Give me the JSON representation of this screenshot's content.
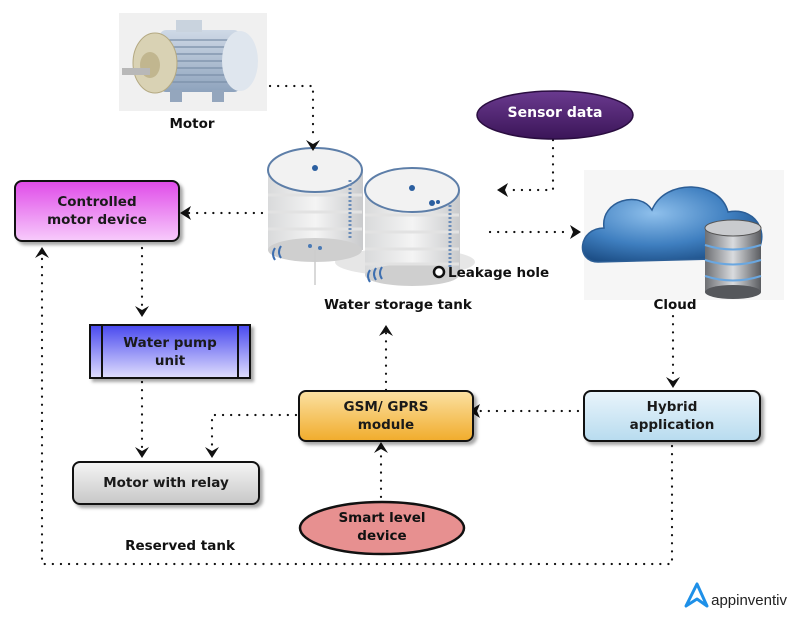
{
  "nodes": {
    "motor": {
      "label": "Motor",
      "icon": "electric-motor-image"
    },
    "sensor_data": {
      "label": "Sensor data",
      "color": "#4b1f6e"
    },
    "controlled_motor_device": {
      "line1": "Controlled",
      "line2": "motor device",
      "color": "#e55ef0"
    },
    "water_storage_tank": {
      "label": "Water storage tank",
      "icon": "water-tanks-image"
    },
    "leakage_hole": {
      "label": "Leakage hole"
    },
    "cloud": {
      "label": "Cloud",
      "icon": "cloud-database-image",
      "color": "#3f7fc0"
    },
    "water_pump_unit": {
      "line1": "Water pump",
      "line2": "unit",
      "color": "#5a5af0"
    },
    "gsm_gprs_module": {
      "line1": "GSM/ GPRS",
      "line2": "module",
      "color": "#f2b43a"
    },
    "hybrid_application": {
      "line1": "Hybrid",
      "line2": "application",
      "color": "#c9e4f4"
    },
    "motor_with_relay": {
      "label": "Motor with relay",
      "color": "#d8d8d8"
    },
    "smart_level_device": {
      "line1": "Smart level",
      "line2": "device",
      "color": "#e88a8a"
    },
    "reserved_tank": {
      "label": "Reserved tank"
    }
  },
  "connections": [
    {
      "from": "motor",
      "to": "water_storage_tank"
    },
    {
      "from": "water_storage_tank",
      "to": "controlled_motor_device"
    },
    {
      "from": "sensor_data",
      "to": "water_storage_tank"
    },
    {
      "from": "water_storage_tank",
      "to": "cloud"
    },
    {
      "from": "controlled_motor_device",
      "to": "water_pump_unit"
    },
    {
      "from": "water_pump_unit",
      "to": "motor_with_relay"
    },
    {
      "from": "gsm_gprs_module",
      "to": "motor_with_relay"
    },
    {
      "from": "gsm_gprs_module",
      "to": "water_storage_tank"
    },
    {
      "from": "hybrid_application",
      "to": "gsm_gprs_module"
    },
    {
      "from": "cloud",
      "to": "hybrid_application"
    },
    {
      "from": "smart_level_device",
      "to": "gsm_gprs_module"
    },
    {
      "from": "hybrid_application",
      "to": "controlled_motor_device"
    }
  ],
  "branding": {
    "logo_text": "appinventiv",
    "logo_color": "#1e90e8"
  }
}
